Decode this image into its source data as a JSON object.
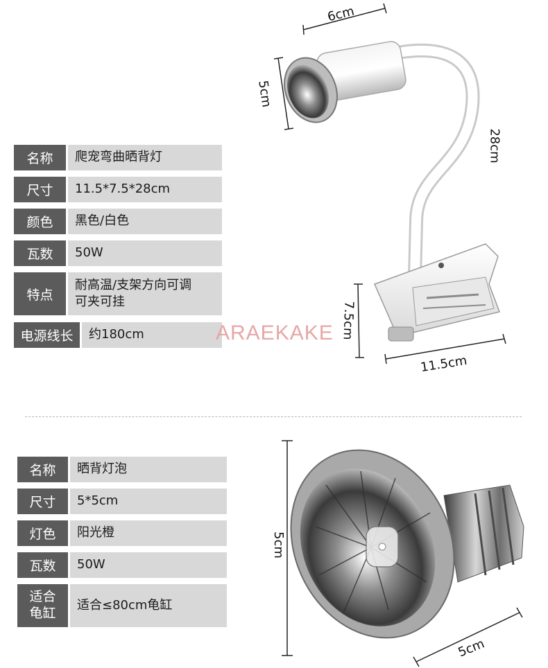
{
  "lamp_specs": [
    {
      "key": "名称",
      "value": "爬宠弯曲晒背灯"
    },
    {
      "key": "尺寸",
      "value": "11.5*7.5*28cm"
    },
    {
      "key": "颜色",
      "value": "黑色/白色"
    },
    {
      "key": "瓦数",
      "value": "50W"
    },
    {
      "key": "特点",
      "value": "耐高温/支架方向可调\n可夹可挂"
    },
    {
      "key": "电源线长",
      "value": "约180cm"
    }
  ],
  "bulb_specs": [
    {
      "key": "名称",
      "value": "晒背灯泡"
    },
    {
      "key": "尺寸",
      "value": "5*5cm"
    },
    {
      "key": "灯色",
      "value": "阳光橙"
    },
    {
      "key": "瓦数",
      "value": "50W"
    },
    {
      "key": "适合\n龟缸",
      "value": "适合≤80cm龟缸"
    }
  ],
  "dimensions": {
    "lamp_top": "6cm",
    "lamp_head": "5cm",
    "lamp_neck": "28cm",
    "clip_height": "7.5cm",
    "clip_width": "11.5cm",
    "bulb_height": "5cm",
    "bulb_width": "5cm"
  },
  "watermark": "ARAEKAKE"
}
